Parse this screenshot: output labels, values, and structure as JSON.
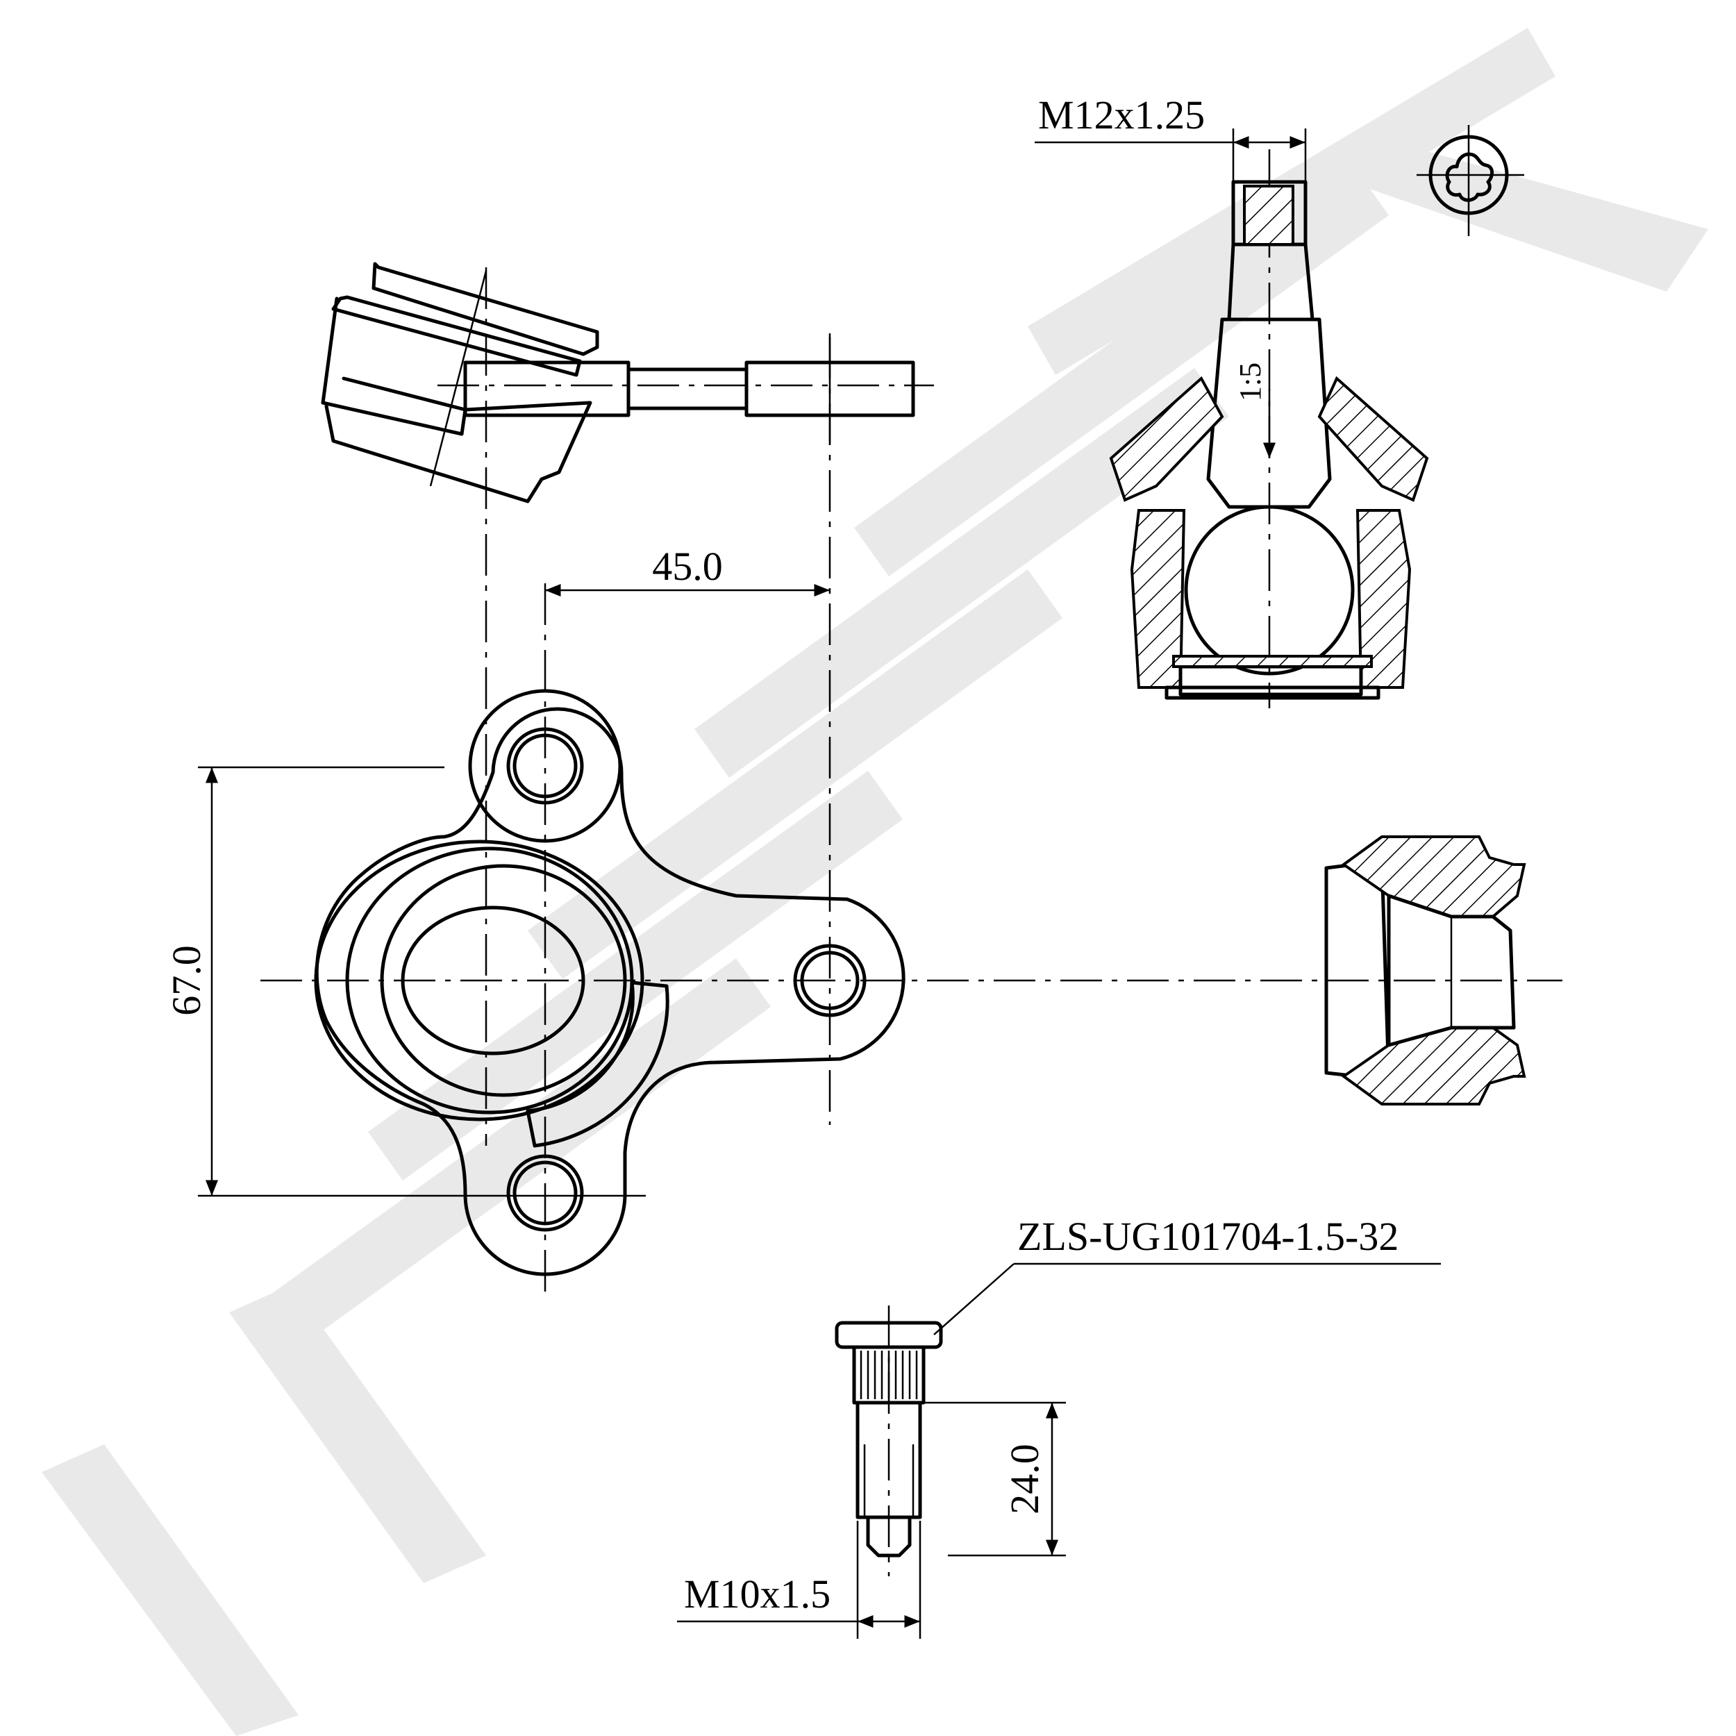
{
  "watermark": {
    "color": "#e9e9e9"
  },
  "dimensions": {
    "span_45": "45.0",
    "height_67": "67.0",
    "thread_top": "M12x1.25",
    "taper": "1:5",
    "bolt_length": "24.0",
    "bolt_thread": "M10x1.5"
  },
  "part_number": "ZLS-UG101704-1.5-32",
  "colors": {
    "line": "#000000",
    "background": "#ffffff"
  }
}
